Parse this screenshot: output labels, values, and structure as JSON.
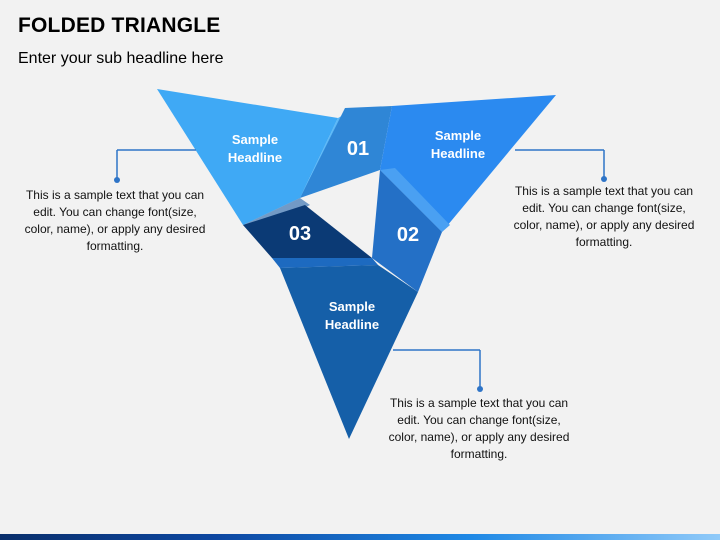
{
  "title": "FOLDED TRIANGLE",
  "subtitle": "Enter your sub headline here",
  "segments": [
    {
      "number": "01",
      "headline_line1": "Sample",
      "headline_line2": "Headline",
      "text": "This is a sample text that you can edit. You can change font(size, color, name), or apply any desired formatting.",
      "color": "#3fa9f5"
    },
    {
      "number": "02",
      "headline_line1": "Sample",
      "headline_line2": "Headline",
      "text": "This is a sample text that you can edit. You can change font(size, color, name), or apply any desired formatting.",
      "color": "#2b8af0"
    },
    {
      "number": "03",
      "headline_line1": "Sample",
      "headline_line2": "Headline",
      "text": "This is a sample text that you can edit. You can change font(size, color, name), or apply any desired formatting.",
      "color": "#155fa8"
    }
  ],
  "colors": {
    "connector": "#2e74c7",
    "dark_navy": "#0b3a75",
    "mid_blue": "#2677d2",
    "fold_blue": "#3a8ee0"
  }
}
